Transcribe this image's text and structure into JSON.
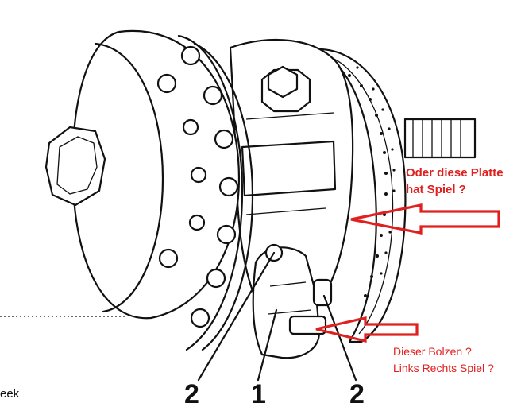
{
  "annotations": {
    "platte": {
      "line1": "Oder diese Platte",
      "line2": "hat Spiel ?"
    },
    "bolzen": {
      "line1": "Dieser Bolzen ?",
      "line2": "Links Rechts Spiel ?"
    }
  },
  "callouts": {
    "left_bolt": "2",
    "caliper": "1",
    "right_bolt": "2"
  },
  "corner_fragment": "eek",
  "colors": {
    "annotation": "#e0201f",
    "line_art": "#111111",
    "background": "#ffffff"
  }
}
